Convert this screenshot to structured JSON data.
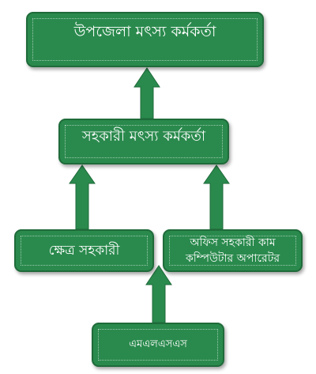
{
  "boxes": {
    "top": "উপজেলা মৎস্য কর্মকর্তা",
    "middle": "সহকারী মৎস্য কর্মকর্তা",
    "left": "ক্ষেত্র সহকারী",
    "right_line1": "অফিস সহকারী কাম",
    "right_line2": "কম্পিউটার অপারেটর",
    "bottom": "এমএলএসএস"
  },
  "colors": {
    "box_fill": "#2a8a4d",
    "box_border": "#1f6b3a",
    "arrow": "#2a8a4d",
    "text": "#ffffff"
  }
}
